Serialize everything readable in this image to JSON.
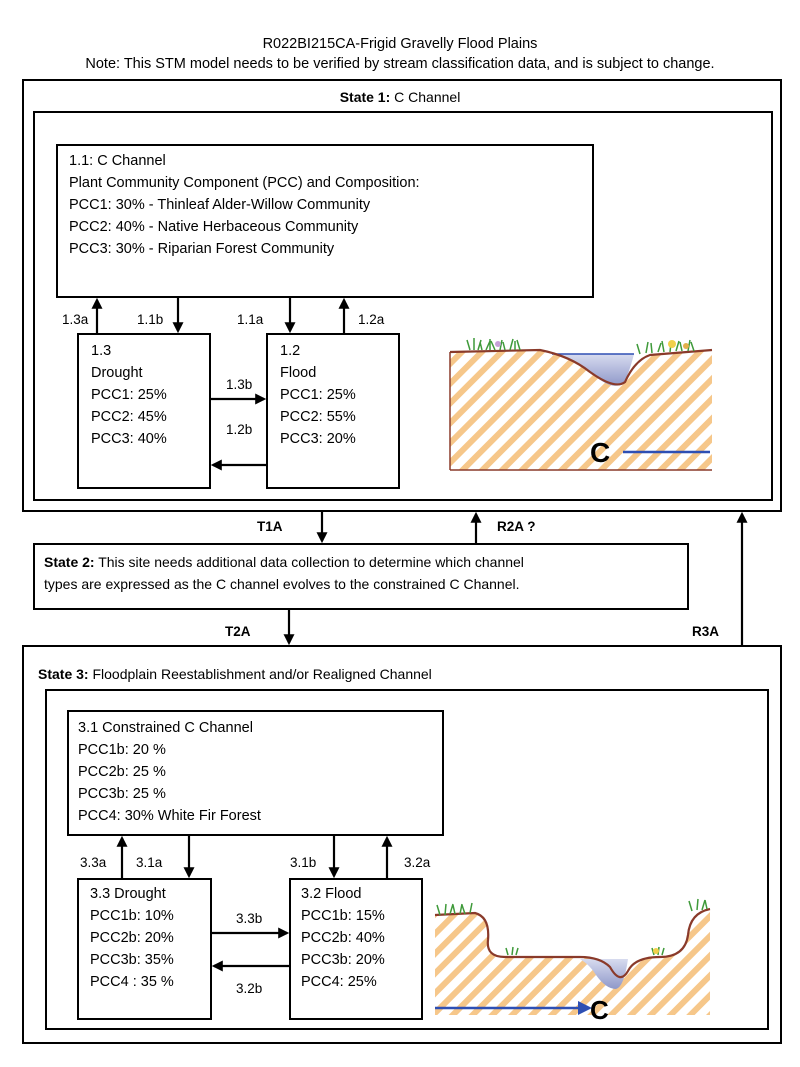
{
  "header": {
    "title": "R022BI215CA-Frigid Gravelly Flood Plains",
    "note": "Note:  This STM  model needs to be verified by stream classification data, and is subject to change."
  },
  "state1": {
    "heading_bold": "State 1:",
    "heading_rest": " C Channel",
    "ref": {
      "lines": [
        "1.1: C Channel",
        "Plant Community Component (PCC) and Composition:",
        "PCC1: 30% - Thinleaf Alder-Willow Community",
        "PCC2: 40% - Native Herbaceous  Community",
        "PCC3: 30% - Riparian Forest Community"
      ]
    },
    "drought": {
      "lines": [
        "1.3",
        "Drought",
        "PCC1: 25%",
        "PCC2: 45%",
        "PCC3: 40%"
      ]
    },
    "flood": {
      "lines": [
        "1.2",
        "Flood",
        "PCC1: 25%",
        "PCC2: 55%",
        "PCC3: 20%"
      ]
    },
    "transitions": {
      "t13a": "1.3a",
      "t11b": "1.1b",
      "t11a": "1.1a",
      "t12a": "1.2a",
      "t13b": "1.3b",
      "t12b": "1.2b"
    },
    "channel_label": "C"
  },
  "between": {
    "t1a": "T1A",
    "r2a": "R2A ?",
    "t2a": "T2A",
    "r3a": "R3A"
  },
  "state2": {
    "heading_bold": "State 2:",
    "line1_rest": "  This site needs additional data collection to determine which channel",
    "line2": " types are expressed as the C channel evolves to the constrained C Channel."
  },
  "state3": {
    "heading_bold": "State 3:",
    "heading_rest": " Floodplain Reestablishment and/or Realigned Channel",
    "ref": {
      "lines": [
        "3.1 Constrained C Channel",
        "PCC1b: 20 %",
        "PCC2b: 25 %",
        "PCC3b: 25 %",
        "PCC4:   30% White Fir Forest"
      ]
    },
    "drought": {
      "lines": [
        "3.3  Drought",
        "PCC1b: 10%",
        "PCC2b: 20%",
        "PCC3b: 35%",
        "PCC4 :  35 %"
      ]
    },
    "flood": {
      "lines": [
        "3.2  Flood",
        "PCC1b: 15%",
        "PCC2b: 40%",
        "PCC3b: 20%",
        "PCC4:   25%"
      ]
    },
    "transitions": {
      "t33a": "3.3a",
      "t31a": "3.1a",
      "t31b": "3.1b",
      "t32a": "3.2a",
      "t33b": "3.3b",
      "t32b": "3.2b"
    },
    "channel_label": "C"
  },
  "colors": {
    "hatch": "#f6c78a",
    "soil_edge": "#8a3a2a",
    "water": "#b9bfe0",
    "channel_line": "#2e4fb3",
    "grass": "#3f9a3a"
  }
}
